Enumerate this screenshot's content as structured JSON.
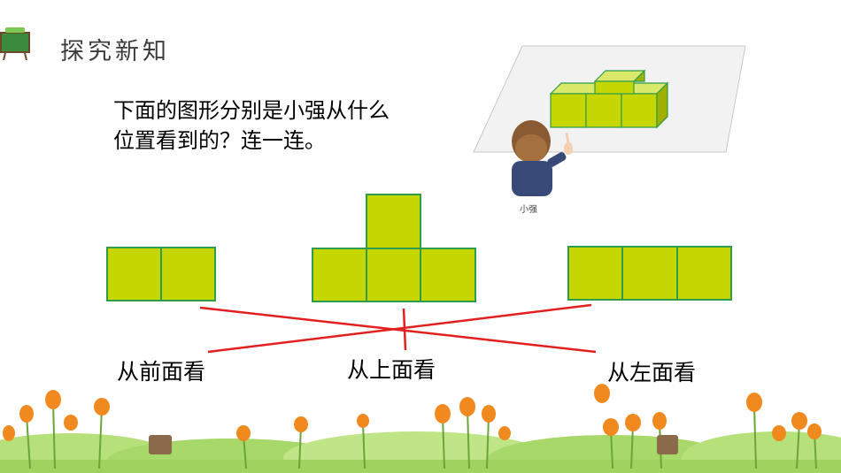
{
  "header": {
    "section_title": "探究新知"
  },
  "question": {
    "line1": "下面的图形分别是小强从什么",
    "line2": "位置看到的？连一连。"
  },
  "illustration": {
    "character_label": "小强"
  },
  "views": [
    {
      "shape": "two-squares",
      "cells": 2
    },
    {
      "shape": "t-shape",
      "cells": 4
    },
    {
      "shape": "three-squares",
      "cells": 3
    }
  ],
  "options": [
    {
      "label": "从前面看"
    },
    {
      "label": "从上面看"
    },
    {
      "label": "从左面看"
    }
  ],
  "colors": {
    "block_fill": "#c5d600",
    "block_stroke": "#2e9c4a",
    "line_color": "#e32020",
    "board_green": "#3c8a3c"
  },
  "icons": [
    "chalkboard-icon",
    "boy-pointing-illustration",
    "flower-border"
  ]
}
